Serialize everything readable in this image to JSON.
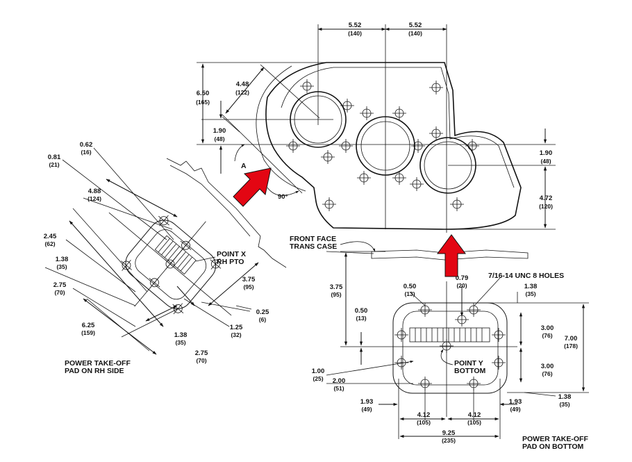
{
  "colors": {
    "line": "#111111",
    "arrow": "#e30613",
    "background": "#ffffff"
  },
  "dims": {
    "top_left_552": "5.52",
    "top_left_140": "(140)",
    "top_right_552": "5.52",
    "top_right_140": "(140)",
    "v650": "6.50",
    "v165": "(165)",
    "a448": "4.48",
    "a122": "(122)",
    "l190": "1.90",
    "l48": "(48)",
    "r190": "1.90",
    "r48": "(48)",
    "r472": "4.72",
    "r120": "(120)",
    "angle": "90°",
    "section_a": "A",
    "p062": "0.62",
    "p16": "(16)",
    "p081": "0.81",
    "p21": "(21)",
    "p488": "4.88",
    "p124": "(124)",
    "p245": "2.45",
    "p62": "(62)",
    "p138": "1.38",
    "p35": "(35)",
    "p275": "2.75",
    "p70": "(70)",
    "p625": "6.25",
    "p159": "(159)",
    "p138b": "1.38",
    "p35b": "(35)",
    "p275b": "2.75",
    "p70b": "(70)",
    "p125": "1.25",
    "p32": "(32)",
    "p025": "0.25",
    "p6": "(6)",
    "p375": "3.75",
    "p95": "(95)",
    "b375": "3.75",
    "b95": "(95)",
    "b050a": "0.50",
    "b13a": "(13)",
    "b079": "0.79",
    "b20": "(20)",
    "b050b": "0.50",
    "b13b": "(13)",
    "b138": "1.38",
    "b35": "(35)",
    "b300a": "3.00",
    "b76a": "(76)",
    "b700": "7.00",
    "b178": "(178)",
    "b300b": "3.00",
    "b76b": "(76)",
    "b100": "1.00",
    "b25": "(25)",
    "b200": "2.00",
    "b51": "(51)",
    "b138b": "1.38",
    "b35b": "(35)",
    "b193a": "1.93",
    "b49a": "(49)",
    "b193b": "1.93",
    "b49b": "(49)",
    "b412a": "4.12",
    "b105a": "(105)",
    "b412b": "4.12",
    "b105b": "(105)",
    "b925": "9.25",
    "b235": "(235)"
  },
  "labels": {
    "front_face_1": "FRONT FACE",
    "front_face_2": "TRANS CASE",
    "holes": "7/16-14 UNC 8 HOLES",
    "point_x_1": "POINT X",
    "point_x_2": "RH PTO",
    "point_y_1": "POINT Y",
    "point_y_2": "BOTTOM",
    "pto_side_1": "POWER TAKE-OFF",
    "pto_side_2": "PAD ON RH SIDE",
    "pto_bottom_1": "POWER TAKE-OFF",
    "pto_bottom_2": "PAD ON BOTTOM"
  }
}
